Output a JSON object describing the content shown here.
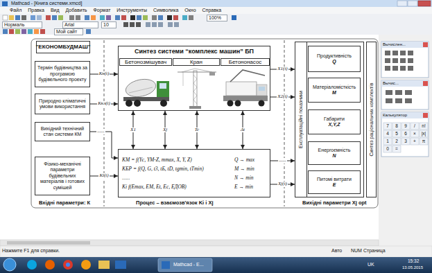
{
  "diagram": {
    "nodes": [
      {
        "text": [
          "\"ЕКОНОМБУДМАШ\""
        ]
      },
      {
        "text": [
          "Термін будівництва за програмою будівельного проекту"
        ]
      },
      {
        "text": [
          "Природно кліматичні умови використання"
        ]
      },
      {
        "text": [
          "Вихідний технічний стан системи КМ"
        ]
      },
      {
        "text": [
          "Фізико-механічні параметри будівельних матеріалів і готових сумішей"
        ]
      },
      {
        "text": [
          "Синтез системи “комплекс машин” БП"
        ]
      },
      {
        "text": [
          "KМ = f(Yc, YM-Z, mmax, X, Y, Z)",
          "KБР = f(Q, G, t3, tБ, tD, tgmin, tTmin)",
          "......",
          "Kі f(Emax, EМ, Et, Ec, EДОВ)",
          "Q → max",
          "M → min",
          "N → min",
          "E → min"
        ]
      },
      {
        "text": [
          "Експлуатаційні показники"
        ]
      },
      {
        "text": [
          "Продуктивність",
          "Q"
        ],
        "in": 7
      },
      {
        "text": [
          "Матеріаломісткість",
          "M"
        ],
        "in": 7
      },
      {
        "text": [
          "Габарити",
          "X,Y,Z"
        ],
        "in": 7
      },
      {
        "text": [
          "Енергоємність",
          "N"
        ],
        "in": 7
      },
      {
        "text": [
          "Питомі витрати",
          "E"
        ],
        "in": 7
      },
      {
        "text": [
          "Синтез раціональних комплектів"
        ]
      }
    ],
    "edges": [
      {
        "from": 1,
        "to": 5,
        "arrow": "to",
        "label": "Kн(t)"
      },
      {
        "from": 2,
        "to": 5,
        "arrow": "to",
        "label": "Kкл(t)"
      },
      {
        "from": 3,
        "to": 6,
        "arrow": "to",
        "label": "......"
      },
      {
        "from": 4,
        "to": 6,
        "arrow": "to",
        "label": "Kі(t)"
      },
      {
        "from": 5,
        "to": 6,
        "arrow": "both",
        "label": "X1"
      },
      {
        "from": 5,
        "to": 6,
        "arrow": "both",
        "label": "Xj"
      },
      {
        "from": 5,
        "to": 6,
        "arrow": "both",
        "label": "Tc"
      },
      {
        "from": 5,
        "to": 6,
        "arrow": "both",
        "label": "Δt"
      },
      {
        "from": 5,
        "to": 7,
        "arrow": "to",
        "label": "X1(t)"
      },
      {
        "from": 5,
        "to": 7,
        "arrow": "to",
        "label": "X2(t)"
      },
      {
        "from": 6,
        "to": 7,
        "arrow": "to",
        "label": "......"
      },
      {
        "from": 6,
        "to": 7,
        "arrow": "to",
        "label": "Xj(t)"
      }
    ],
    "labels": [
      "Mathcad - [Книга системи.xmcd]",
      "Файл",
      "Правка",
      "Вид",
      "Добавить",
      "Формат",
      "Инструменты",
      "Символика",
      "Окно",
      "Справка",
      "Нормаль",
      "Arial",
      "10",
      "100%",
      "Мой сайт",
      "Бетонозмішувач",
      "Кран",
      "Бетононасос",
      "Вхідні параметри: К",
      "Процес – взаємозв'язок Kі і Xj",
      "Вихідні параметри Xj opt",
      "Вычислен...",
      "Вычис...",
      "Калькулятор",
      "Нажмите F1 для справки.",
      "Авто",
      "NUM Страница",
      "Mathcad - E...",
      "UK",
      "15:32",
      "13.05.2015",
      "7",
      "8",
      "9",
      "/",
      "n!",
      "4",
      "5",
      "6",
      "×",
      "|x|",
      "1",
      "2",
      "3",
      "+",
      "π",
      "0",
      "="
    ]
  }
}
